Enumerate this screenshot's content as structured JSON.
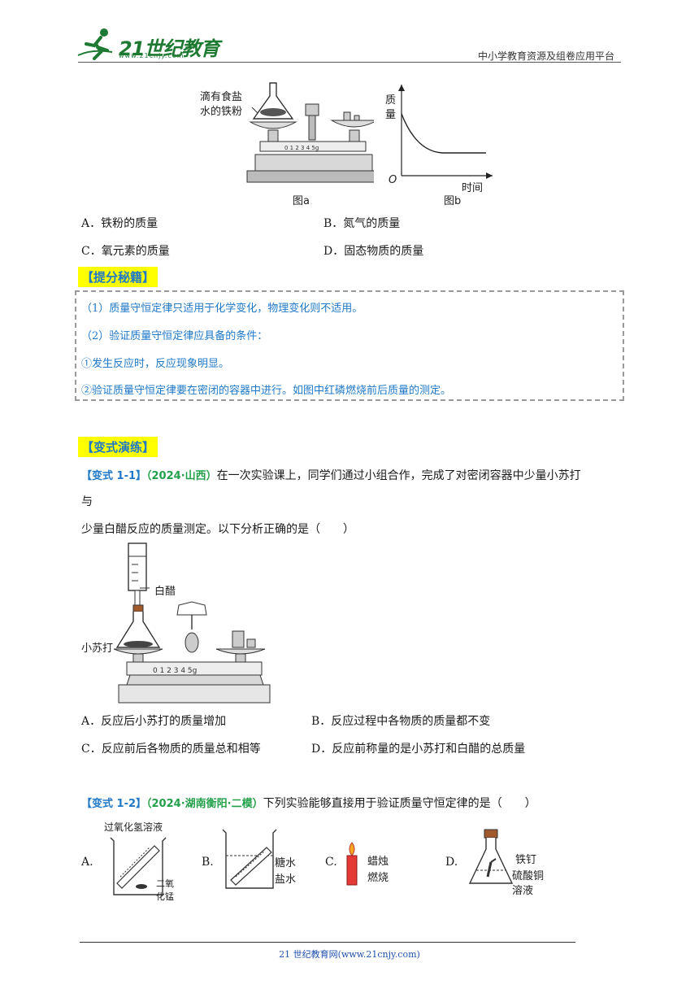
{
  "header": {
    "logo_text": "21世纪教育",
    "logo_url": "www.21cnjy.com",
    "platform": "中小学教育资源及组卷应用平台"
  },
  "figure_a": {
    "label_iron": "滴有食盐水的铁粉",
    "label_iron_line1": "滴有食盐",
    "label_iron_line2": "水的铁粉",
    "caption": "图a"
  },
  "figure_b": {
    "ylabel": "质量",
    "xlabel": "时间",
    "origin": "O",
    "caption": "图b"
  },
  "q0_options": {
    "A": "A．铁粉的质量",
    "B": "B．氮气的质量",
    "C": "C．氧元素的质量",
    "D": "D．固态物质的质量"
  },
  "tips": {
    "title": "【提分秘籍】",
    "line1": "（1）质量守恒定律只适用于化学变化，物理变化则不适用。",
    "line2": "（2）验证质量守恒定律应具备的条件：",
    "line3": "①发生反应时，反应现象明显。",
    "line4": "②验证质量守恒定律要在密闭的容器中进行。如图中红磷燃烧前后质量的测定。"
  },
  "practice": {
    "title": "【变式演练】"
  },
  "q1": {
    "label": "【变式 1-1】",
    "source": "（2024·山西）",
    "stem_line1": "在一次实验课上，同学们通过小组合作，完成了对密闭容器中少量小苏打",
    "stem_line1b": "与",
    "stem_line2": "少量白醋反应的质量测定。以下分析正确的是（　　）",
    "fig_vinegar": "白醋",
    "fig_soda": "小苏打",
    "scale_ticks": "0 1 2 3 4 5g",
    "options": {
      "A": "A．反应后小苏打的质量增加",
      "B": "B．反应过程中各物质的质量都不变",
      "C": "C．反应前后各物质的质量总和相等",
      "D": "D．反应前称量的是小苏打和白醋的总质量"
    }
  },
  "q2": {
    "label": "【变式 1-2】",
    "source": "（2024·湖南衡阳·二模）",
    "stem": "下列实验能够直接用于验证质量守恒定律的是（　　）",
    "optA": "A.",
    "optA_top": "过氧化氢溶液",
    "optA_bottom1": "二氧",
    "optA_bottom2": "化锰",
    "optB": "B.",
    "optB_1": "糖水",
    "optB_2": "盐水",
    "optC": "C.",
    "optC_1": "蜡烛",
    "optC_2": "燃烧",
    "optD": "D.",
    "optD_1": "铁钉",
    "optD_2": "硫酸铜",
    "optD_3": "溶液"
  },
  "footer": {
    "text": "21 世纪教育网(www.21cnjy.com)"
  }
}
